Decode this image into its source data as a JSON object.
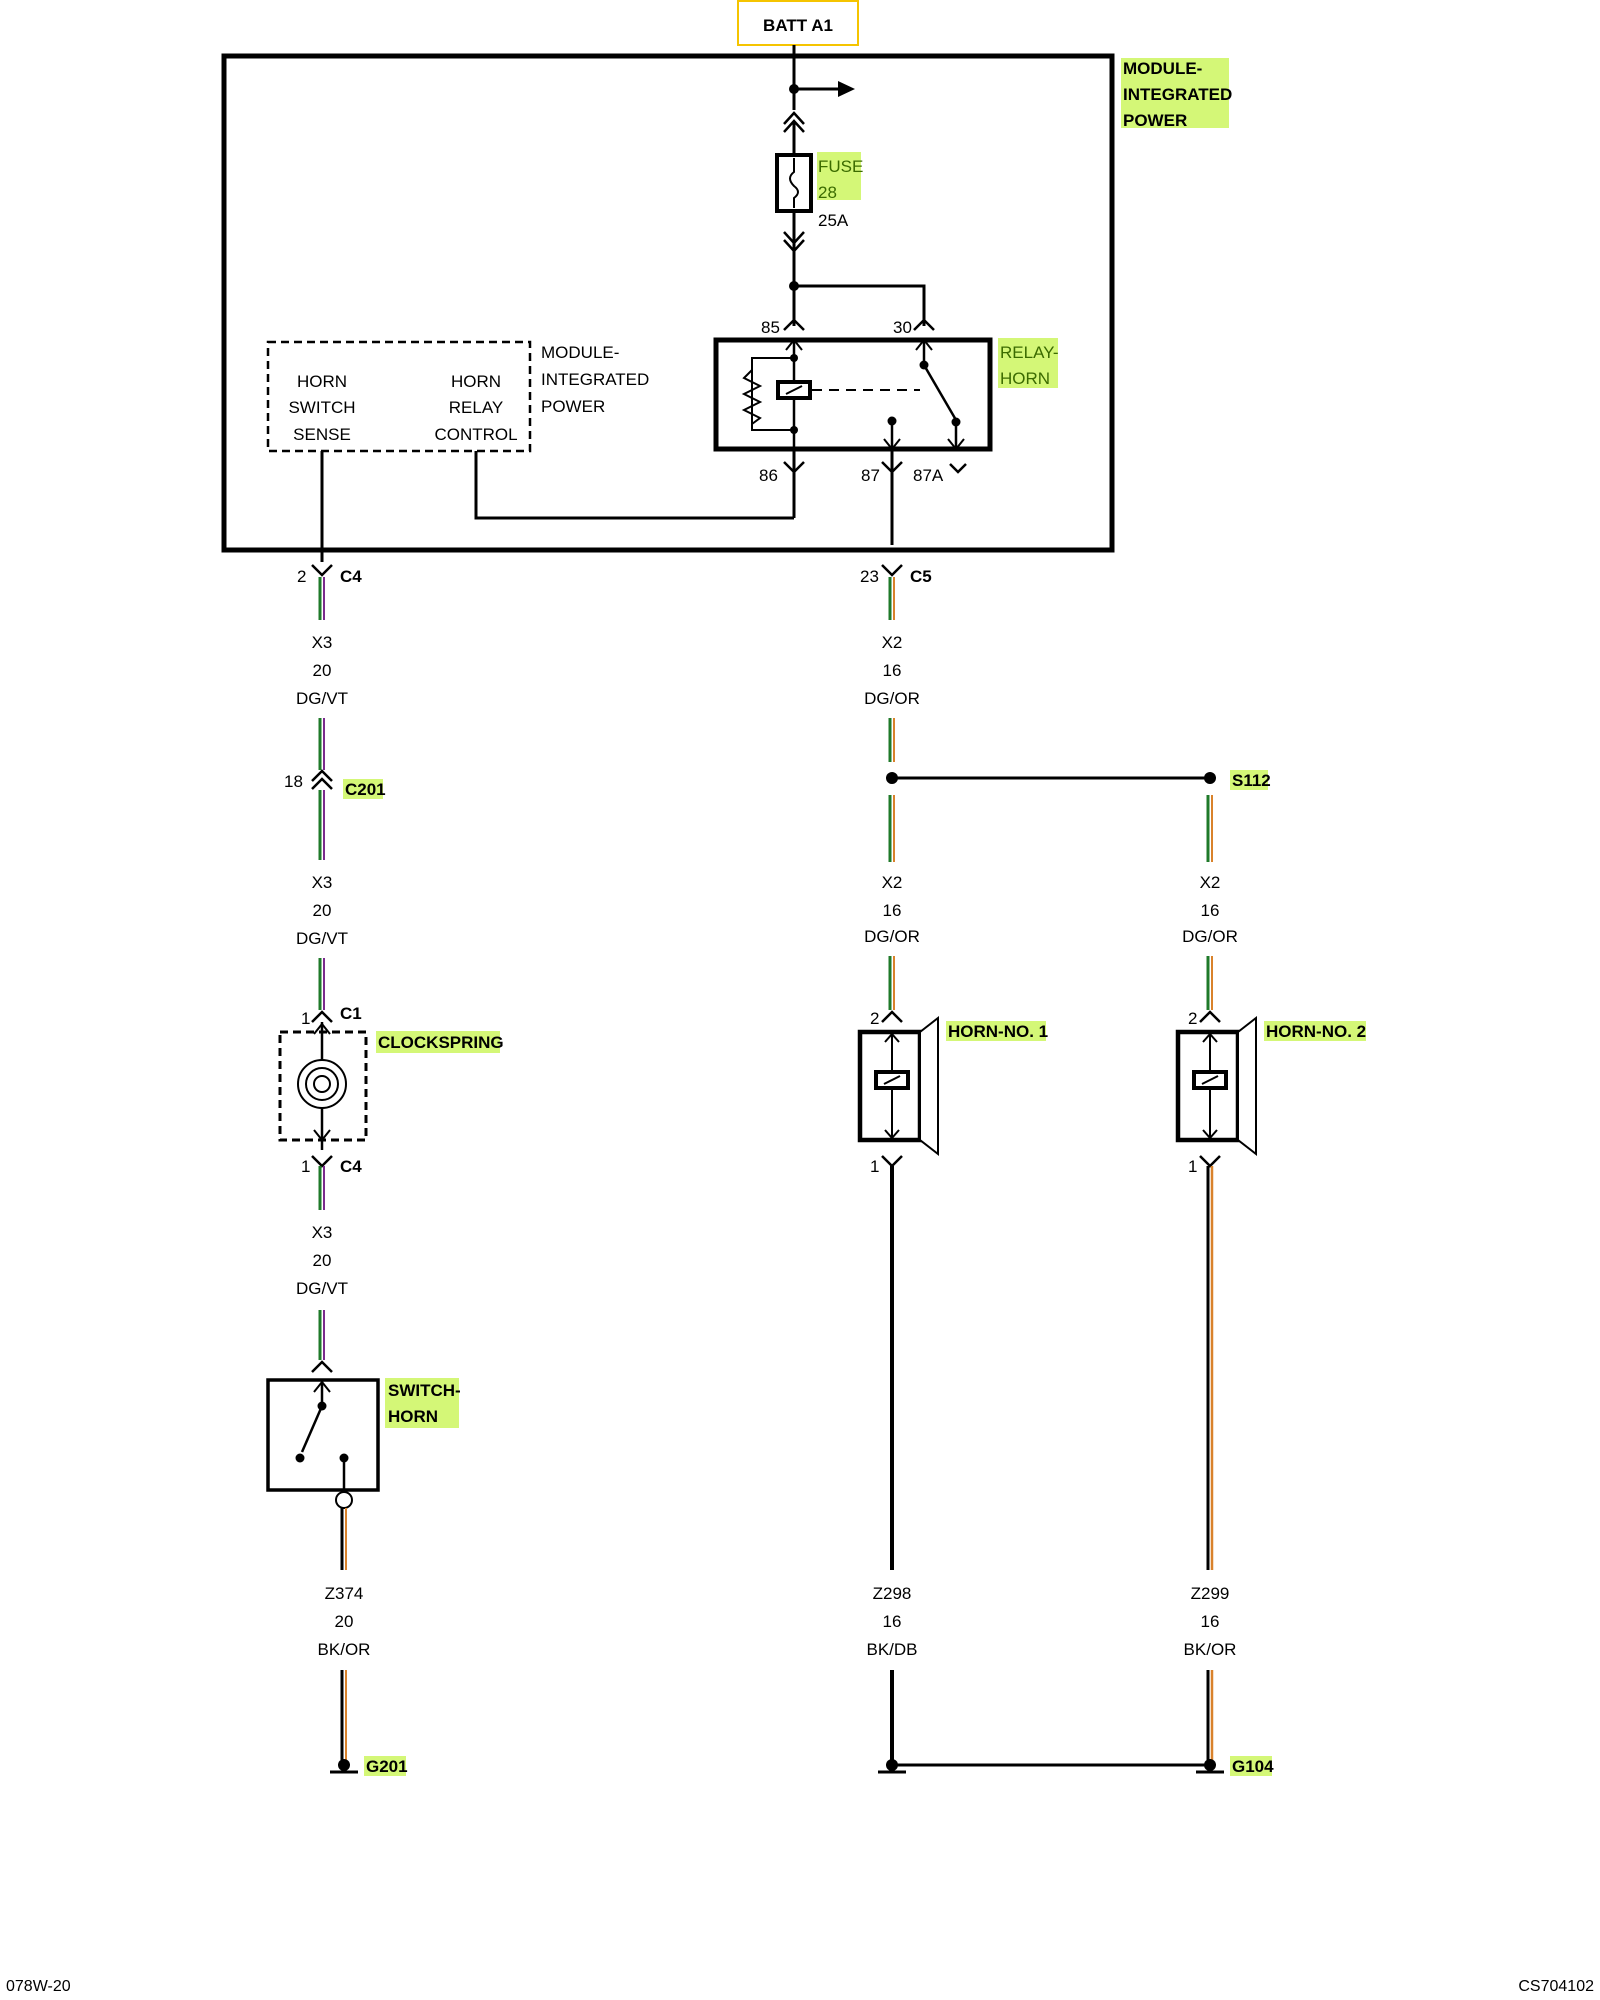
{
  "batt": "BATT A1",
  "module": {
    "title_1": "MODULE-",
    "title_2": "INTEGRATED",
    "title_3": "POWER"
  },
  "fuse": {
    "name_1": "FUSE",
    "name_2": "28",
    "rating": "25A"
  },
  "relay": {
    "name_1": "RELAY-",
    "name_2": "HORN",
    "pin_85": "85",
    "pin_30": "30",
    "pin_86": "86",
    "pin_87": "87",
    "pin_87a": "87A"
  },
  "inner_module": {
    "col1": [
      "HORN",
      "SWITCH",
      "SENSE"
    ],
    "col2": [
      "HORN",
      "RELAY",
      "CONTROL"
    ],
    "title_1": "MODULE-",
    "title_2": "INTEGRATED",
    "title_3": "POWER"
  },
  "connectors": {
    "c4_top": {
      "pin": "2",
      "name": "C4"
    },
    "c5": {
      "pin": "23",
      "name": "C5"
    },
    "c201": {
      "pin": "18",
      "name": "C201"
    },
    "c1": {
      "pin": "1",
      "name": "C1"
    },
    "c4_bottom": {
      "pin": "1",
      "name": "C4"
    }
  },
  "wires": {
    "w1": [
      "X3",
      "20",
      "DG/VT"
    ],
    "w2": [
      "X3",
      "20",
      "DG/VT"
    ],
    "w3": [
      "X3",
      "20",
      "DG/VT"
    ],
    "w4": [
      "Z374",
      "20",
      "BK/OR"
    ],
    "w5": [
      "X2",
      "16",
      "DG/OR"
    ],
    "w6": [
      "X2",
      "16",
      "DG/OR"
    ],
    "w7": [
      "X2",
      "16",
      "DG/OR"
    ],
    "w8": [
      "Z298",
      "16",
      "BK/DB"
    ],
    "w9": [
      "Z299",
      "16",
      "BK/OR"
    ]
  },
  "splice": "S112",
  "clockspring": "CLOCKSPRING",
  "switch": {
    "name_1": "SWITCH-",
    "name_2": "HORN"
  },
  "horn1": {
    "name": "HORN-NO. 1",
    "pin_top": "2",
    "pin_bottom": "1"
  },
  "horn2": {
    "name": "HORN-NO. 2",
    "pin_top": "2",
    "pin_bottom": "1"
  },
  "grounds": {
    "g201": "G201",
    "g104": "G104"
  },
  "footer": {
    "left": "078W-20",
    "right": "CS704102"
  },
  "colors": {
    "highlight": "#d4f777",
    "batt_border": "#f5c400",
    "dg": "#1f7a2a",
    "vt": "#7a2a8c",
    "or": "#d9822b"
  }
}
